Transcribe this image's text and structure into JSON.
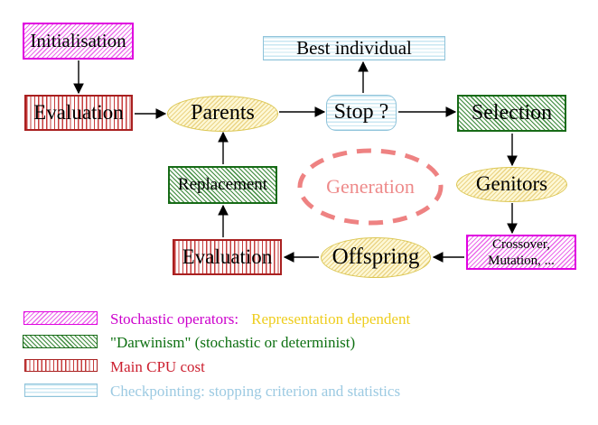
{
  "nodes": {
    "initialisation": "Initialisation",
    "evaluation_top": "Evaluation",
    "parents": "Parents",
    "stop": "Stop ?",
    "best_individual": "Best individual",
    "selection": "Selection",
    "genitors": "Genitors",
    "crossover_line1": "Crossover,",
    "crossover_line2": "Mutation, ...",
    "offspring": "Offspring",
    "evaluation_bottom": "Evaluation",
    "replacement": "Replacement",
    "generation": "Generation"
  },
  "legend": {
    "rows": [
      {
        "label": "Stochastic operators:",
        "label2": "Representation dependent"
      },
      {
        "label": "\"Darwinism\" (stochastic or determinist)"
      },
      {
        "label": "Main CPU cost"
      },
      {
        "label": "Checkpointing: stopping criterion and statistics"
      }
    ]
  },
  "colors": {
    "magenta_border": "#e000e0",
    "magenta_text": "#cc00cc",
    "gold_text": "#eecd1d",
    "green_border": "#176b17",
    "green_text": "#0e7012",
    "red_border": "#a92020",
    "red_text": "#cc2030",
    "cyan_border": "#8fc3da",
    "cyan_text": "#9ccae2",
    "yellow_border": "#dcc753",
    "salmon": "#ee8282",
    "arrow": "#000000"
  }
}
